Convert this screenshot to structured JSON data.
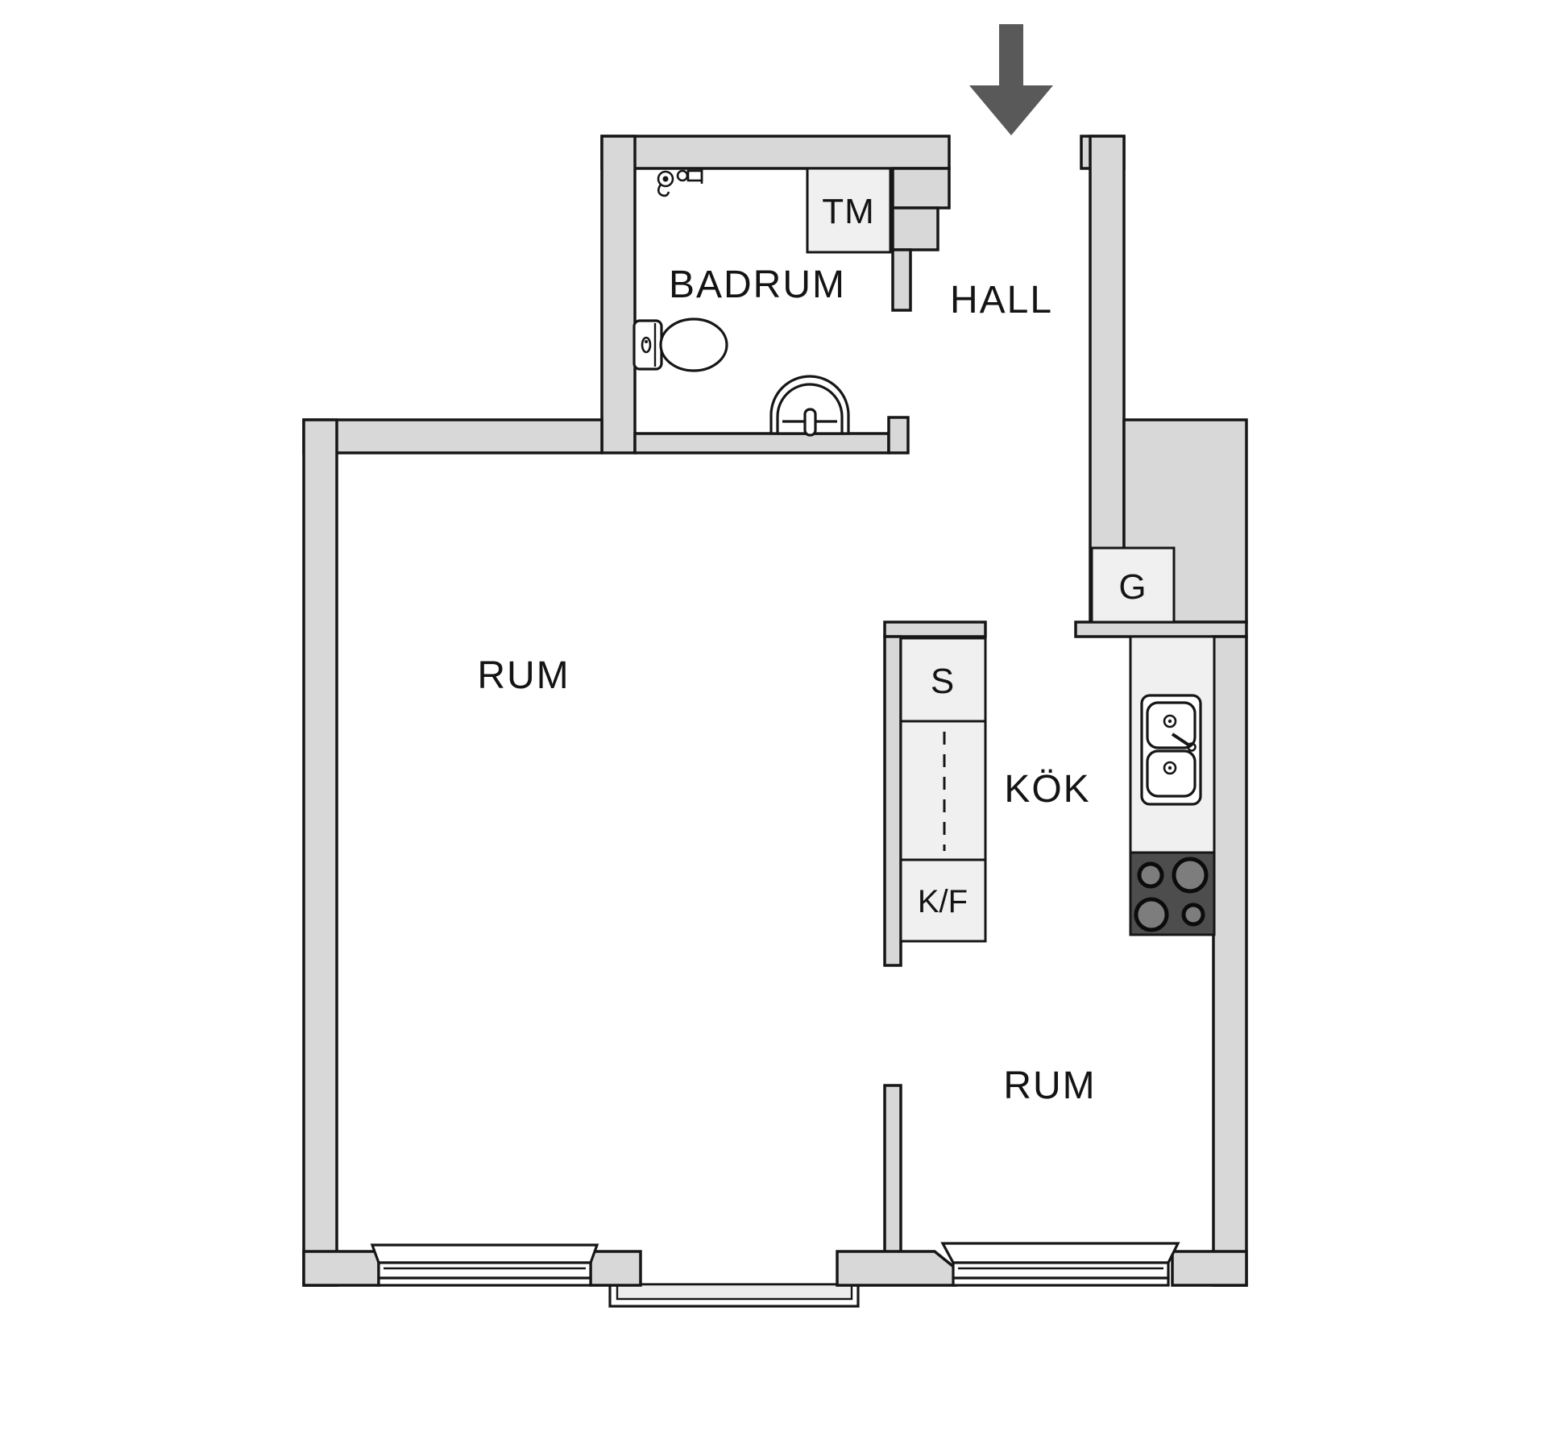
{
  "plan": {
    "title": "apartment-floor-plan",
    "labels": {
      "badrum": "BADRUM",
      "hall": "HALL",
      "rum_left": "RUM",
      "kok": "KÖK",
      "rum_right": "RUM",
      "tm": "TM",
      "g": "G",
      "s": "S",
      "kf": "K/F"
    },
    "colors": {
      "wall_fill": "#d8d8d8",
      "unit_fill": "#f0f0f0",
      "outline": "#161616",
      "stove_fill": "#4d4d4d",
      "burner_fill": "#7d7d7d",
      "arrow": "#595959",
      "background": "#ffffff",
      "panel_fill": "#ededed"
    }
  }
}
